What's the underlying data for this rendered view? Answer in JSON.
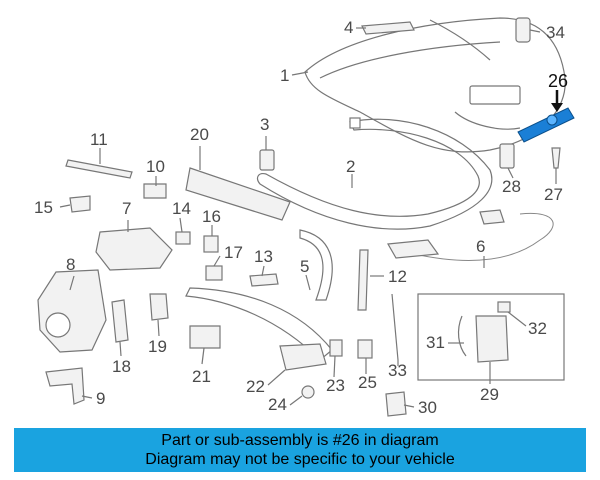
{
  "diagram": {
    "callouts": [
      "1",
      "2",
      "3",
      "4",
      "5",
      "6",
      "7",
      "8",
      "9",
      "10",
      "11",
      "12",
      "13",
      "14",
      "15",
      "16",
      "17",
      "18",
      "19",
      "20",
      "21",
      "22",
      "23",
      "24",
      "25",
      "26",
      "27",
      "28",
      "29",
      "30",
      "31",
      "32",
      "33",
      "34"
    ],
    "highlighted_part": "26",
    "highlight_color": "#1a7fd6"
  },
  "banner": {
    "line1": "Part or sub-assembly is #26 in diagram",
    "line2": "Diagram may not be specific to your vehicle",
    "background": "#1aa3e0"
  }
}
